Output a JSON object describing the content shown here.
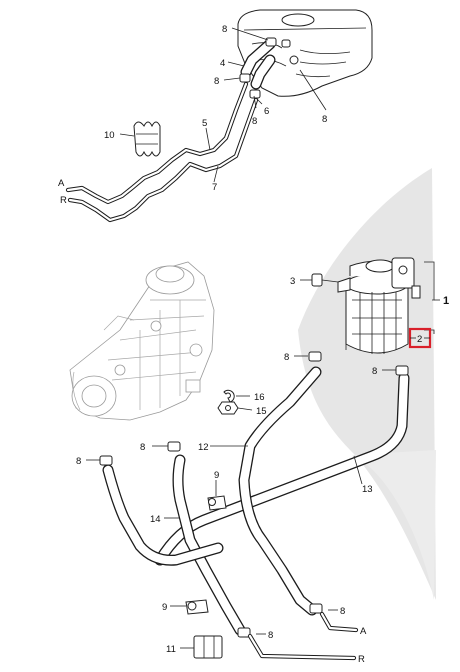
{
  "diagram": {
    "highlight_color": "#d9202a",
    "background_shape_color": "#e6e6e6",
    "callouts": {
      "c8a": "8",
      "c4": "4",
      "c8b": "8",
      "c6": "6",
      "c8c": "8",
      "c8d": "8",
      "c10": "10",
      "c5": "5",
      "c7": "7",
      "cA1": "A",
      "cR1": "R",
      "c3": "3",
      "c1": "1",
      "c2": "2",
      "c8e": "8",
      "c8f": "8",
      "c16": "16",
      "c15": "15",
      "c8g": "8",
      "c12": "12",
      "c8h": "8",
      "c9a": "9",
      "c13": "13",
      "c14": "14",
      "c9b": "9",
      "c8i": "8",
      "c8j": "8",
      "cA2": "A",
      "c11": "11",
      "cR2": "R"
    }
  }
}
